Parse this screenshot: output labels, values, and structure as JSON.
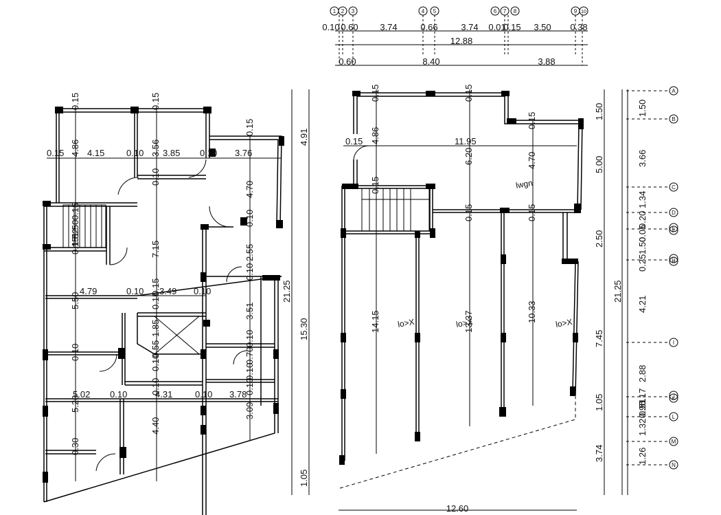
{
  "top_grid": {
    "markers": [
      "1",
      "2",
      "3",
      "4",
      "5",
      "6",
      "7",
      "8",
      "9",
      "10"
    ],
    "segment_dims": [
      "0.10",
      "0.60",
      "3.74",
      "0.66",
      "3.74",
      "0.01",
      "0.15",
      "3.50",
      "0.38"
    ],
    "total_dim": "12.88",
    "split_dims": [
      "0.60",
      "8.40",
      "3.88"
    ]
  },
  "right_grid": {
    "markers": [
      "A",
      "B",
      "C",
      "D",
      "E",
      "F",
      "G",
      "H",
      "I",
      "J",
      "K",
      "L",
      "M",
      "N"
    ],
    "dims": [
      "1.50",
      "3.66",
      "1.34",
      "0.20",
      "0.05",
      "1.50",
      "0.25",
      "4.21",
      "2.88",
      "0.17",
      "0.51",
      "1.32",
      "0.95",
      "1.26"
    ]
  },
  "left_plan": {
    "dims": [
      "0.15",
      "0.15",
      "4.86",
      "3.56",
      "0.15",
      "0.15",
      "4.15",
      "0.10",
      "3.85",
      "0.10",
      "3.76",
      "4.70",
      "0.10",
      "0.15",
      "1.50",
      "1.52",
      "0.15",
      "7.15",
      "0.10",
      "2.55",
      "0.10",
      "0.15",
      "4.79",
      "0.10",
      "3.49",
      "0.10",
      "5.50",
      "1.85",
      "3.51",
      "0.15",
      "0.10",
      "0.10",
      "0.10",
      "0.55",
      "0.70",
      "5.02",
      "0.10",
      "4.31",
      "0.10",
      "3.78",
      "5.20",
      "3.09",
      "4.40",
      "0.30",
      "0.10",
      "0.10",
      "0.10"
    ],
    "overall_dims": [
      "4.91",
      "21.25",
      "15.30",
      "1.05"
    ]
  },
  "right_plan": {
    "dims": [
      "0.15",
      "0.15",
      "0.15",
      "0.15",
      "4.86",
      "11.95",
      "6.20",
      "4.70",
      "0.15",
      "0.15",
      "0.15",
      "14.15",
      "13.37",
      "10.33"
    ],
    "labels": [
      "lwgn",
      "lo>X",
      "lo>X",
      "lo>X"
    ],
    "overall_dims": [
      "1.50",
      "5.00",
      "2.50",
      "7.45",
      "1.05",
      "3.74",
      "21.25",
      "12.60"
    ]
  }
}
